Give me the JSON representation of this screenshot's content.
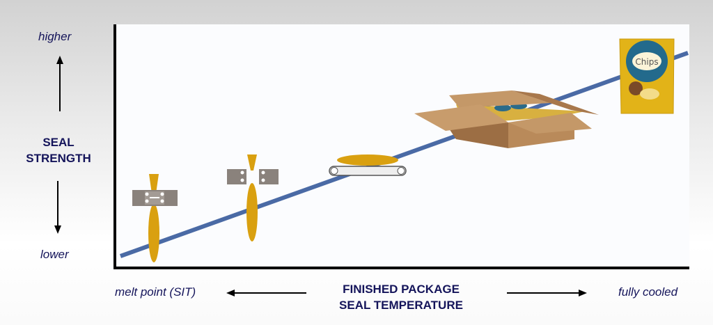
{
  "y_axis": {
    "high_label": "higher",
    "title_line1": "SEAL",
    "title_line2": "STRENGTH",
    "low_label": "lower"
  },
  "x_axis": {
    "low_label": "melt point (SIT)",
    "title_line1": "FINISHED PACKAGE",
    "title_line2": "SEAL TEMPERATURE",
    "high_label": "fully cooled"
  },
  "illustrations": {
    "chip_bag_label": "Chips"
  },
  "colors": {
    "trend_line": "#4a6aa5",
    "text": "#14145a",
    "film": "#d9a010",
    "jaw": "#8a827c",
    "box": "#b8895a"
  }
}
